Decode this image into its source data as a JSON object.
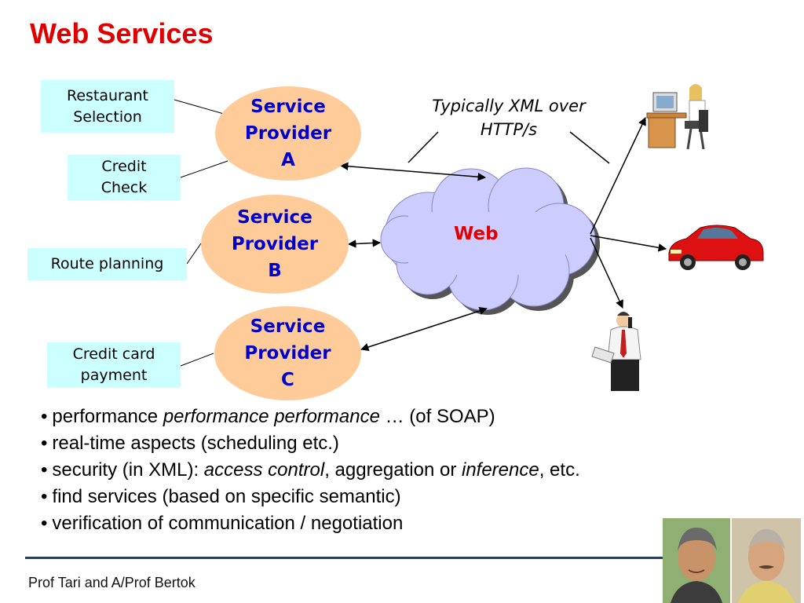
{
  "title": "Web Services",
  "boxes": {
    "restaurant": "Restaurant\nSelection",
    "credit_check": "Credit\nCheck",
    "route": "Route planning",
    "credit_card": "Credit card\npayment"
  },
  "providers": {
    "a": "Service\nProvider\nA",
    "b": "Service\nProvider\nB",
    "c": "Service\nProvider\nC"
  },
  "xml_note": "Typically XML over\nHTTP/s",
  "web_label": "Web",
  "bullets": [
    {
      "pre": "performance ",
      "em": "performance performance",
      "post": " … (of SOAP)"
    },
    {
      "text": "real-time aspects (scheduling etc.)"
    },
    {
      "pre": "security (in XML): ",
      "em": "access control",
      "mid": ",  aggregation or ",
      "em2": "inference",
      "post": ", etc."
    },
    {
      "text": "find services (based on specific semantic)"
    },
    {
      "text": "verification of communication / negotiation"
    }
  ],
  "footer": "Prof Tari and A/Prof Bertok",
  "colors": {
    "title": "#e00000",
    "box_fill": "#ccffff",
    "provider_fill": "#ffcc99",
    "provider_text": "#0000cc",
    "cloud_fill": "#ccccff",
    "footer_line": "#1f3f6e"
  },
  "icons": [
    "office-worker-icon",
    "red-car-icon",
    "man-on-phone-icon",
    "professor-photo-1",
    "professor-photo-2"
  ]
}
